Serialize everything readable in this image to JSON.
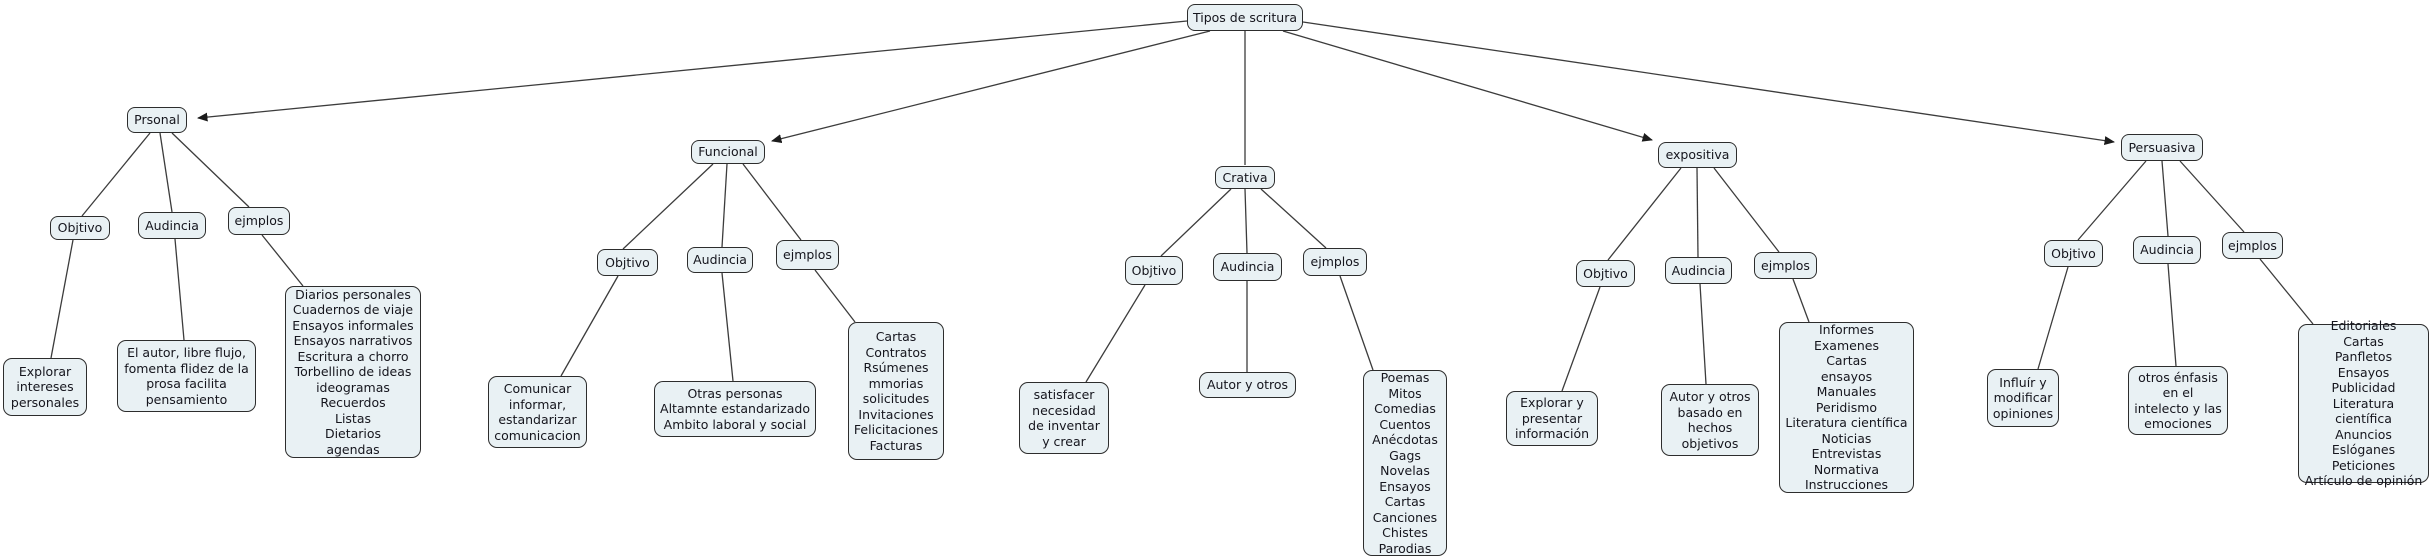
{
  "map": {
    "root_label": "Tipos de scritura",
    "branches": [
      {
        "label": "Prsonal",
        "objetivo_label": "Objtivo",
        "audiencia_label": "Audincia",
        "ejemplos_label": "ejmplos",
        "objetivo_text": "Explorar intereses personales",
        "audiencia_text": "El autor, libre flujo, fomenta flidez de la prosa facilita pensamiento",
        "ejemplos_items": [
          "Diarios personales",
          "Cuadernos de viaje",
          "Ensayos informales",
          "Ensayos narrativos",
          "Escritura a chorro",
          "Torbellino de ideas",
          "ideogramas",
          "Recuerdos",
          "Listas",
          "Dietarios",
          "agendas"
        ]
      },
      {
        "label": "Funcional",
        "objetivo_label": "Objtivo",
        "audiencia_label": "Audincia",
        "ejemplos_label": "ejmplos",
        "objetivo_text": "Comunicar informar, estandarizar comunicacion",
        "audiencia_text": "Otras personas\nAltamnte estandarizado\nAmbito laboral y social",
        "ejemplos_items": [
          "Cartas",
          "Contratos",
          "Rsúmenes",
          "mmorias",
          "solicitudes",
          "Invitaciones",
          "Felicitaciones",
          "Facturas"
        ]
      },
      {
        "label": "Crativa",
        "objetivo_label": "Objtivo",
        "audiencia_label": "Audincia",
        "ejemplos_label": "ejmplos",
        "objetivo_text": "satisfacer necesidad de inventar y crear",
        "audiencia_text": "Autor y otros",
        "ejemplos_items": [
          "Poemas",
          "Mitos",
          "Comedias",
          "Cuentos",
          "Anécdotas",
          "Gags",
          "Novelas",
          "Ensayos",
          "Cartas",
          "Canciones",
          "Chistes",
          "Parodias"
        ]
      },
      {
        "label": "expositiva",
        "objetivo_label": "Objtivo",
        "audiencia_label": "Audincia",
        "ejemplos_label": "ejmplos",
        "objetivo_text": "Explorar y presentar información",
        "audiencia_text": "Autor y otros basado en hechos objetivos",
        "ejemplos_items": [
          "Informes",
          "Examenes",
          "Cartas",
          "ensayos",
          "Manuales",
          "Peridismo",
          "Literatura científica",
          "Noticias",
          "Entrevistas",
          "Normativa",
          "Instrucciones"
        ]
      },
      {
        "label": "Persuasiva",
        "objetivo_label": "Objtivo",
        "audiencia_label": "Audincia",
        "ejemplos_label": "ejmplos",
        "objetivo_text": "Influír y modificar opiniones",
        "audiencia_text": "otros énfasis en el intelecto y las emociones",
        "ejemplos_items": [
          "Editoriales",
          "Cartas",
          "Panfletos",
          "Ensayos",
          "Publicidad",
          "Literatura científica",
          "Anuncios",
          "Eslóganes",
          "Peticiones",
          "Artículo de opinión"
        ]
      }
    ],
    "colors": {
      "node_fill": "#e9f1f4",
      "node_border": "#2d2d2d",
      "line": "#3c3c3c",
      "text": "#15151d"
    }
  }
}
